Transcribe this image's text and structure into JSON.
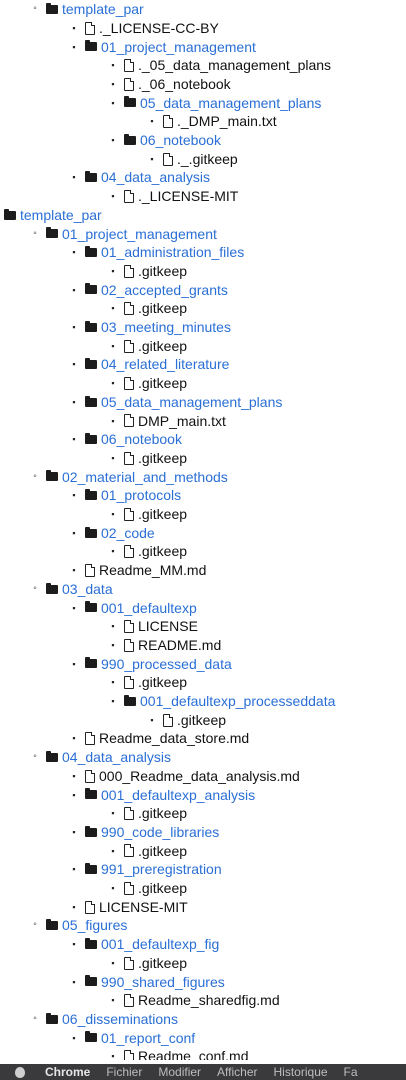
{
  "tree": [
    {
      "indent": 1,
      "type": "folder",
      "label": "template_par"
    },
    {
      "indent": 2,
      "type": "file",
      "label": "._LICENSE-CC-BY"
    },
    {
      "indent": 2,
      "type": "folder",
      "label": "01_project_management"
    },
    {
      "indent": 3,
      "type": "file",
      "label": "._05_data_management_plans"
    },
    {
      "indent": 3,
      "type": "file",
      "label": "._06_notebook"
    },
    {
      "indent": 3,
      "type": "folder",
      "label": "05_data_management_plans"
    },
    {
      "indent": 4,
      "type": "file",
      "label": "._DMP_main.txt"
    },
    {
      "indent": 3,
      "type": "folder",
      "label": "06_notebook"
    },
    {
      "indent": 4,
      "type": "file",
      "label": "._.gitkeep"
    },
    {
      "indent": 2,
      "type": "folder",
      "label": "04_data_analysis"
    },
    {
      "indent": 3,
      "type": "file",
      "label": "._LICENSE-MIT"
    },
    {
      "indent": 0,
      "type": "folder",
      "label": "template_par"
    },
    {
      "indent": 1,
      "type": "folder",
      "label": "01_project_management"
    },
    {
      "indent": 2,
      "type": "folder",
      "label": "01_administration_files"
    },
    {
      "indent": 3,
      "type": "file",
      "label": ".gitkeep"
    },
    {
      "indent": 2,
      "type": "folder",
      "label": "02_accepted_grants"
    },
    {
      "indent": 3,
      "type": "file",
      "label": ".gitkeep"
    },
    {
      "indent": 2,
      "type": "folder",
      "label": "03_meeting_minutes"
    },
    {
      "indent": 3,
      "type": "file",
      "label": ".gitkeep"
    },
    {
      "indent": 2,
      "type": "folder",
      "label": "04_related_literature"
    },
    {
      "indent": 3,
      "type": "file",
      "label": ".gitkeep"
    },
    {
      "indent": 2,
      "type": "folder",
      "label": "05_data_management_plans"
    },
    {
      "indent": 3,
      "type": "file",
      "label": "DMP_main.txt"
    },
    {
      "indent": 2,
      "type": "folder",
      "label": "06_notebook"
    },
    {
      "indent": 3,
      "type": "file",
      "label": ".gitkeep"
    },
    {
      "indent": 1,
      "type": "folder",
      "label": "02_material_and_methods"
    },
    {
      "indent": 2,
      "type": "folder",
      "label": "01_protocols"
    },
    {
      "indent": 3,
      "type": "file",
      "label": ".gitkeep"
    },
    {
      "indent": 2,
      "type": "folder",
      "label": "02_code"
    },
    {
      "indent": 3,
      "type": "file",
      "label": ".gitkeep"
    },
    {
      "indent": 2,
      "type": "file",
      "label": "Readme_MM.md"
    },
    {
      "indent": 1,
      "type": "folder",
      "label": "03_data"
    },
    {
      "indent": 2,
      "type": "folder",
      "label": "001_defaultexp"
    },
    {
      "indent": 3,
      "type": "file",
      "label": "LICENSE"
    },
    {
      "indent": 3,
      "type": "file",
      "label": "README.md"
    },
    {
      "indent": 2,
      "type": "folder",
      "label": "990_processed_data"
    },
    {
      "indent": 3,
      "type": "file",
      "label": ".gitkeep"
    },
    {
      "indent": 3,
      "type": "folder",
      "label": "001_defaultexp_processeddata"
    },
    {
      "indent": 4,
      "type": "file",
      "label": ".gitkeep"
    },
    {
      "indent": 2,
      "type": "file",
      "label": "Readme_data_store.md"
    },
    {
      "indent": 1,
      "type": "folder",
      "label": "04_data_analysis"
    },
    {
      "indent": 2,
      "type": "file",
      "label": "000_Readme_data_analysis.md"
    },
    {
      "indent": 2,
      "type": "folder",
      "label": "001_defaultexp_analysis"
    },
    {
      "indent": 3,
      "type": "file",
      "label": ".gitkeep"
    },
    {
      "indent": 2,
      "type": "folder",
      "label": "990_code_libraries"
    },
    {
      "indent": 3,
      "type": "file",
      "label": ".gitkeep"
    },
    {
      "indent": 2,
      "type": "folder",
      "label": "991_preregistration"
    },
    {
      "indent": 3,
      "type": "file",
      "label": ".gitkeep"
    },
    {
      "indent": 2,
      "type": "file",
      "label": "LICENSE-MIT"
    },
    {
      "indent": 1,
      "type": "folder",
      "label": "05_figures"
    },
    {
      "indent": 2,
      "type": "folder",
      "label": "001_defaultexp_fig"
    },
    {
      "indent": 3,
      "type": "file",
      "label": ".gitkeep"
    },
    {
      "indent": 2,
      "type": "folder",
      "label": "990_shared_figures"
    },
    {
      "indent": 3,
      "type": "file",
      "label": "Readme_sharedfig.md"
    },
    {
      "indent": 1,
      "type": "folder",
      "label": "06_disseminations"
    },
    {
      "indent": 2,
      "type": "folder",
      "label": "01_report_conf"
    },
    {
      "indent": 3,
      "type": "file",
      "label": "Readme_conf.md"
    }
  ],
  "menubar": {
    "app": "Chrome",
    "items": [
      "Fichier",
      "Modifier",
      "Afficher",
      "Historique",
      "Fa"
    ]
  }
}
